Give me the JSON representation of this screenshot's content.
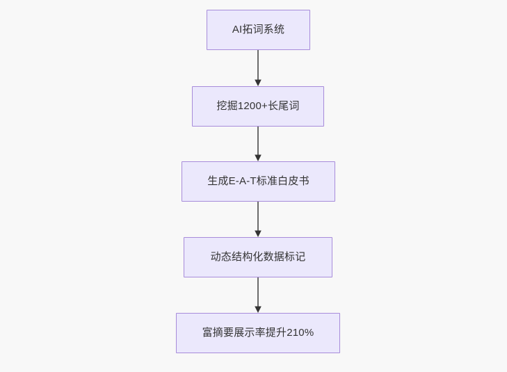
{
  "diagram": {
    "type": "flowchart",
    "direction": "top-to-bottom",
    "background_color": "#f8f8f8",
    "node_fill_color": "#ebe8fc",
    "node_border_color": "#a78bda",
    "node_text_color": "#333333",
    "edge_color": "#6b6b6b",
    "arrowhead_color": "#333333",
    "nodes": [
      {
        "id": "n1",
        "label": "AI拓词系统"
      },
      {
        "id": "n2",
        "label": "挖掘1200+长尾词"
      },
      {
        "id": "n3",
        "label": "生成E-A-T标准白皮书"
      },
      {
        "id": "n4",
        "label": "动态结构化数据标记"
      },
      {
        "id": "n5",
        "label": "富摘要展示率提升210%"
      }
    ],
    "edges": [
      {
        "from": "n1",
        "to": "n2",
        "label": ""
      },
      {
        "from": "n2",
        "to": "n3",
        "label": ""
      },
      {
        "from": "n3",
        "to": "n4",
        "label": ""
      },
      {
        "from": "n4",
        "to": "n5",
        "label": ""
      }
    ]
  }
}
